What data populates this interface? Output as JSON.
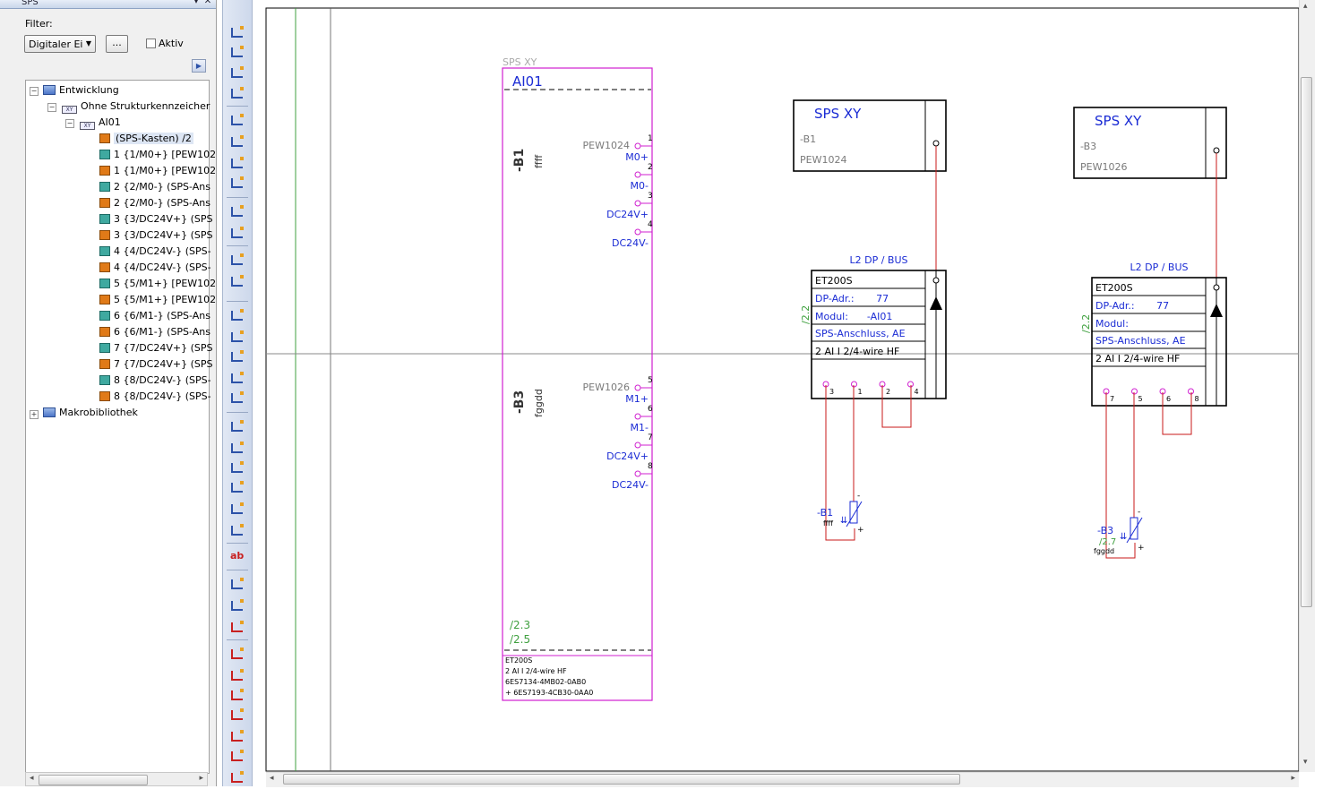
{
  "panel": {
    "title": "SPS",
    "pin": "▾",
    "close": "✕"
  },
  "filter": {
    "label": "Filter:",
    "value": "Digitaler Ei",
    "dots": "...",
    "aktiv_label": "Aktiv"
  },
  "tree": {
    "root": "Entwicklung",
    "level1": "Ohne Strukturkennzeicher",
    "level2": "AI01",
    "items": [
      "(SPS-Kasten) /2",
      "1 {1/M0+} [PEW102",
      "1 {1/M0+} [PEW102",
      "2 {2/M0-} (SPS-Ans",
      "2 {2/M0-} (SPS-Ans",
      "3 {3/DC24V+} (SPS",
      "3 {3/DC24V+} (SPS",
      "4 {4/DC24V-} (SPS-",
      "4 {4/DC24V-} (SPS-",
      "5 {5/M1+} [PEW102",
      "5 {5/M1+} [PEW102",
      "6 {6/M1-} (SPS-Ans",
      "6 {6/M1-} (SPS-Ans",
      "7 {7/DC24V+} (SPS",
      "7 {7/DC24V+} (SPS",
      "8 {8/DC24V-} (SPS-",
      "8 {8/DC24V-} (SPS-"
    ],
    "macro": "Makrobibliothek"
  },
  "schematic": {
    "box_label": "SPS XY",
    "box_title": "AI01",
    "b1": {
      "tag": "-B1",
      "desc": "ffff",
      "address": "PEW1024",
      "pins": [
        {
          "num": "1",
          "label": "M0+"
        },
        {
          "num": "2",
          "label": "M0-"
        },
        {
          "num": "3",
          "label": "DC24V+"
        },
        {
          "num": "4",
          "label": "DC24V-"
        }
      ]
    },
    "b3": {
      "tag": "-B3",
      "desc": "fggdd",
      "address": "PEW1026",
      "pins": [
        {
          "num": "5",
          "label": "M1+"
        },
        {
          "num": "6",
          "label": "M1-"
        },
        {
          "num": "7",
          "label": "DC24V+"
        },
        {
          "num": "8",
          "label": "DC24V-"
        }
      ]
    },
    "refs": [
      "/2.3",
      "/2.5"
    ],
    "footer": [
      "ET200S",
      "2 AI I 2/4-wire HF",
      "6ES7134-4MB02-0AB0",
      "+ 6ES7193-4CB30-0AA0"
    ],
    "module1": {
      "spx_title": "SPS XY",
      "spx_tag": "-B1",
      "spx_addr": "PEW1024",
      "bus": "L2 DP / BUS",
      "ref": "/2.2",
      "rows": [
        "ET200S",
        "DP-Adr.:       77",
        "Modul:      -AI01",
        "SPS-Anschluss, AE",
        "2 AI I 2/4-wire HF"
      ],
      "pins": [
        "3",
        "1",
        "2",
        "4"
      ],
      "sensor_tag": "-B1",
      "sensor_desc": "ffff"
    },
    "module2": {
      "spx_title": "SPS XY",
      "spx_tag": "-B3",
      "spx_addr": "PEW1026",
      "bus": "L2 DP / BUS",
      "ref": "/2.2",
      "rows": [
        "ET200S",
        "DP-Adr.:       77",
        "Modul:",
        "SPS-Anschluss, AE",
        "2 AI I 2/4-wire HF"
      ],
      "pins": [
        "7",
        "5",
        "6",
        "8"
      ],
      "sensor_tag": "-B3",
      "sensor_ref": "/2.7",
      "sensor_desc": "fggdd"
    }
  },
  "colors": {
    "blue": "#1a2bd4",
    "magenta": "#d01fd0",
    "red": "#c81818",
    "green": "#3fa03f",
    "gray": "#7a7a7a"
  }
}
